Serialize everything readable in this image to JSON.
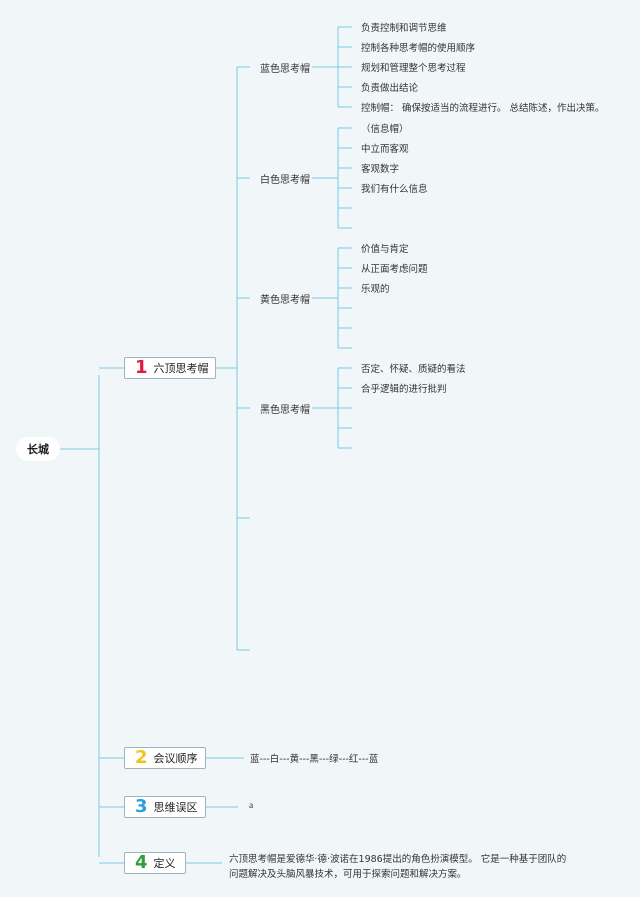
{
  "root": "长城",
  "main_topics": [
    {
      "num": "1",
      "num_color": "#e31a3b",
      "label": "六顶思考帽"
    },
    {
      "num": "2",
      "num_color": "#f4c21f",
      "label": "会议顺序"
    },
    {
      "num": "3",
      "num_color": "#2aa0d8",
      "label": "思维误区"
    },
    {
      "num": "4",
      "num_color": "#2f9e3c",
      "label": "定义"
    }
  ],
  "hats": [
    {
      "label": "蓝色思考帽",
      "items": [
        "负责控制和调节思维",
        "控制各种思考帽的使用顺序",
        "规划和管理整个思考过程",
        "负责做出结论",
        "控制帽： 确保按适当的流程进行。 总结陈述，作出决策。"
      ]
    },
    {
      "label": "白色思考帽",
      "items": [
        "（信息帽）",
        "中立而客观",
        "客观数字",
        "我们有什么信息"
      ]
    },
    {
      "label": "黄色思考帽",
      "items": [
        "价值与肯定",
        "从正面考虑问题",
        "乐观的"
      ]
    },
    {
      "label": "黑色思考帽",
      "items": [
        "否定、怀疑、质疑的看法",
        "合乎逻辑的进行批判"
      ]
    }
  ],
  "meeting_order": "蓝---白---黄---黑---绿---红---蓝",
  "misconception": "a",
  "definition": {
    "line1": "六顶思考帽是爱德华·德·波诺在1986提出的角色扮演模型。 它是一种基于团队的",
    "line2": "问题解决及头脑风暴技术，可用于探索问题和解决方案。"
  },
  "colors": {
    "line": "#7cc8e6",
    "root_bg": "#ffffff",
    "background": "#f1f6f9"
  }
}
